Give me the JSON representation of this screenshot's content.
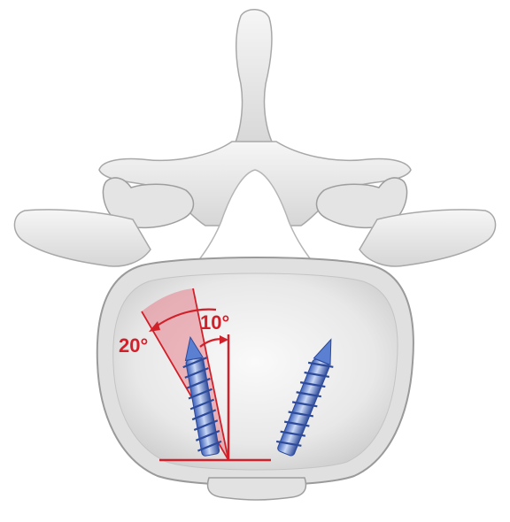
{
  "figure": {
    "angles": [
      {
        "label": "20°",
        "value_deg": 20
      },
      {
        "label": "10°",
        "value_deg": 10
      }
    ],
    "screw_count": 2
  },
  "colors": {
    "background": "#ffffff",
    "bone_fill": "#ececec",
    "bone_shadow": "#bdbdbd",
    "bone_outline": "#9e9e9e",
    "annotation_red": "#d0212a",
    "sector_fill": "#e56b78",
    "screw_blue": "#5b7fd1",
    "screw_light": "#c9d8f6",
    "screw_dark": "#2d4a9a"
  }
}
